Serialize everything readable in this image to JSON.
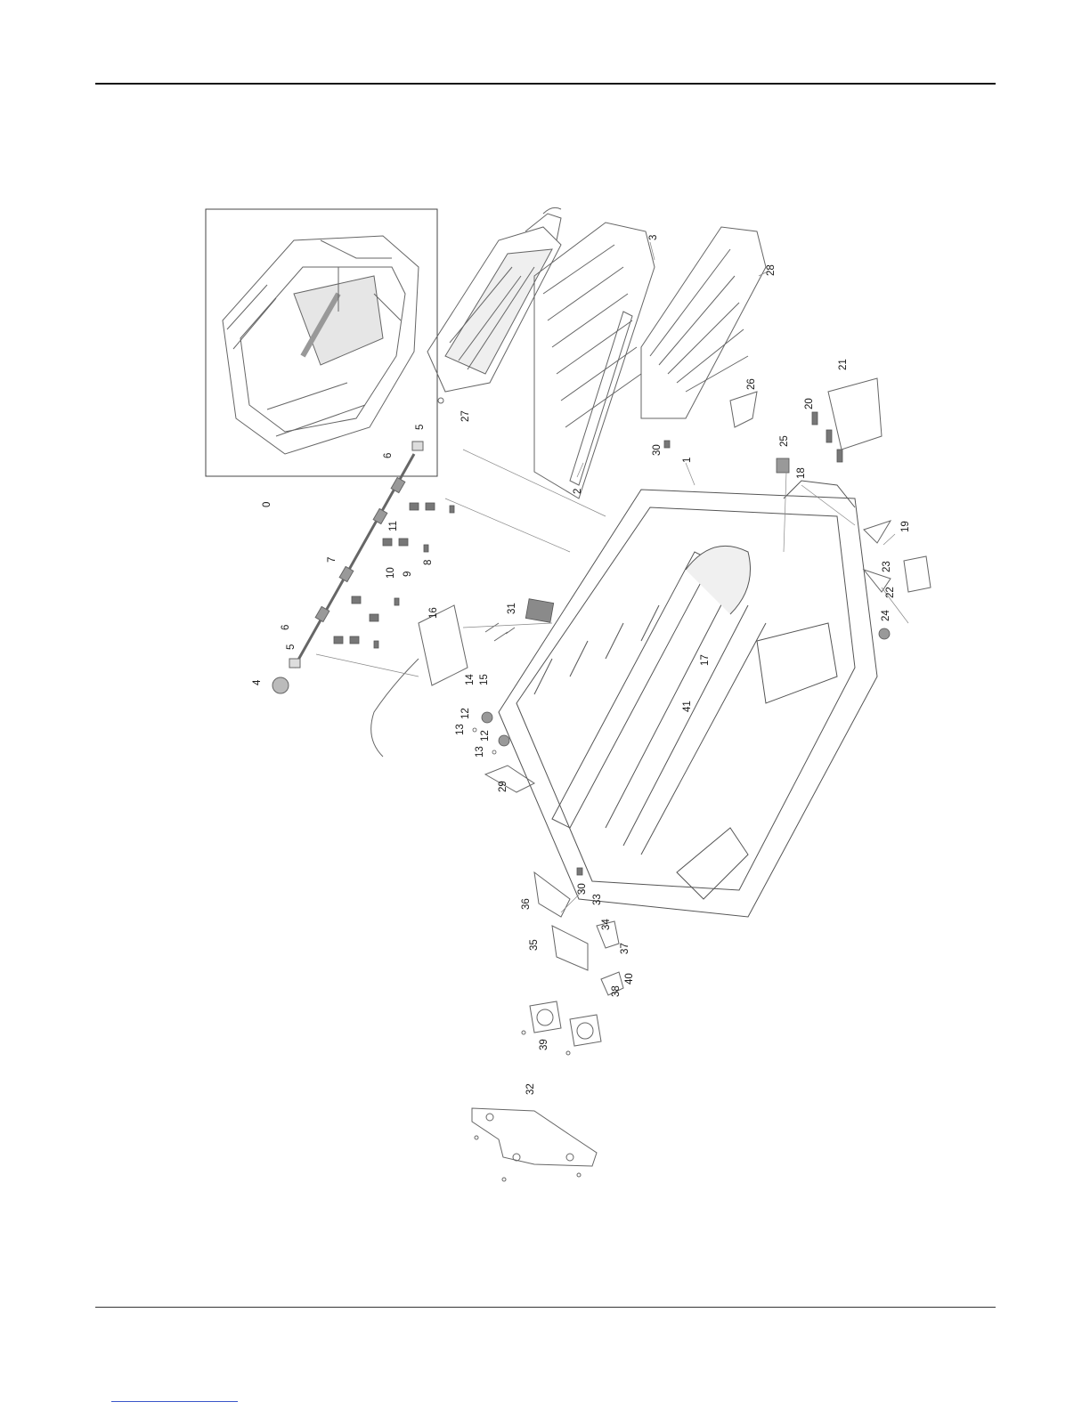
{
  "diagram": {
    "callouts": [
      {
        "id": "0",
        "text": "0"
      },
      {
        "id": "1",
        "text": "1"
      },
      {
        "id": "2",
        "text": "2"
      },
      {
        "id": "3",
        "text": "3"
      },
      {
        "id": "4",
        "text": "4"
      },
      {
        "id": "5a",
        "text": "5"
      },
      {
        "id": "5b",
        "text": "5"
      },
      {
        "id": "6a",
        "text": "6"
      },
      {
        "id": "6b",
        "text": "6"
      },
      {
        "id": "7",
        "text": "7"
      },
      {
        "id": "8",
        "text": "8"
      },
      {
        "id": "9",
        "text": "9"
      },
      {
        "id": "10",
        "text": "10"
      },
      {
        "id": "11",
        "text": "11"
      },
      {
        "id": "12a",
        "text": "12"
      },
      {
        "id": "12b",
        "text": "12"
      },
      {
        "id": "13a",
        "text": "13"
      },
      {
        "id": "13b",
        "text": "13"
      },
      {
        "id": "14",
        "text": "14"
      },
      {
        "id": "15",
        "text": "15"
      },
      {
        "id": "16",
        "text": "16"
      },
      {
        "id": "17",
        "text": "17"
      },
      {
        "id": "18",
        "text": "18"
      },
      {
        "id": "19",
        "text": "19"
      },
      {
        "id": "20",
        "text": "20"
      },
      {
        "id": "21",
        "text": "21"
      },
      {
        "id": "22",
        "text": "22"
      },
      {
        "id": "23",
        "text": "23"
      },
      {
        "id": "24",
        "text": "24"
      },
      {
        "id": "25",
        "text": "25"
      },
      {
        "id": "26",
        "text": "26"
      },
      {
        "id": "27",
        "text": "27"
      },
      {
        "id": "28",
        "text": "28"
      },
      {
        "id": "29",
        "text": "29"
      },
      {
        "id": "30a",
        "text": "30"
      },
      {
        "id": "30b",
        "text": "30"
      },
      {
        "id": "31",
        "text": "31"
      },
      {
        "id": "32",
        "text": "32"
      },
      {
        "id": "33",
        "text": "33"
      },
      {
        "id": "34",
        "text": "34"
      },
      {
        "id": "35",
        "text": "35"
      },
      {
        "id": "36",
        "text": "36"
      },
      {
        "id": "37",
        "text": "37"
      },
      {
        "id": "38",
        "text": "38"
      },
      {
        "id": "39",
        "text": "39"
      },
      {
        "id": "40",
        "text": "40"
      },
      {
        "id": "41",
        "text": "41"
      }
    ]
  },
  "colors": {
    "line": "#555555",
    "rule": "#111111",
    "link": "#3a56c9",
    "fill_gray": "#8a8a8a"
  }
}
